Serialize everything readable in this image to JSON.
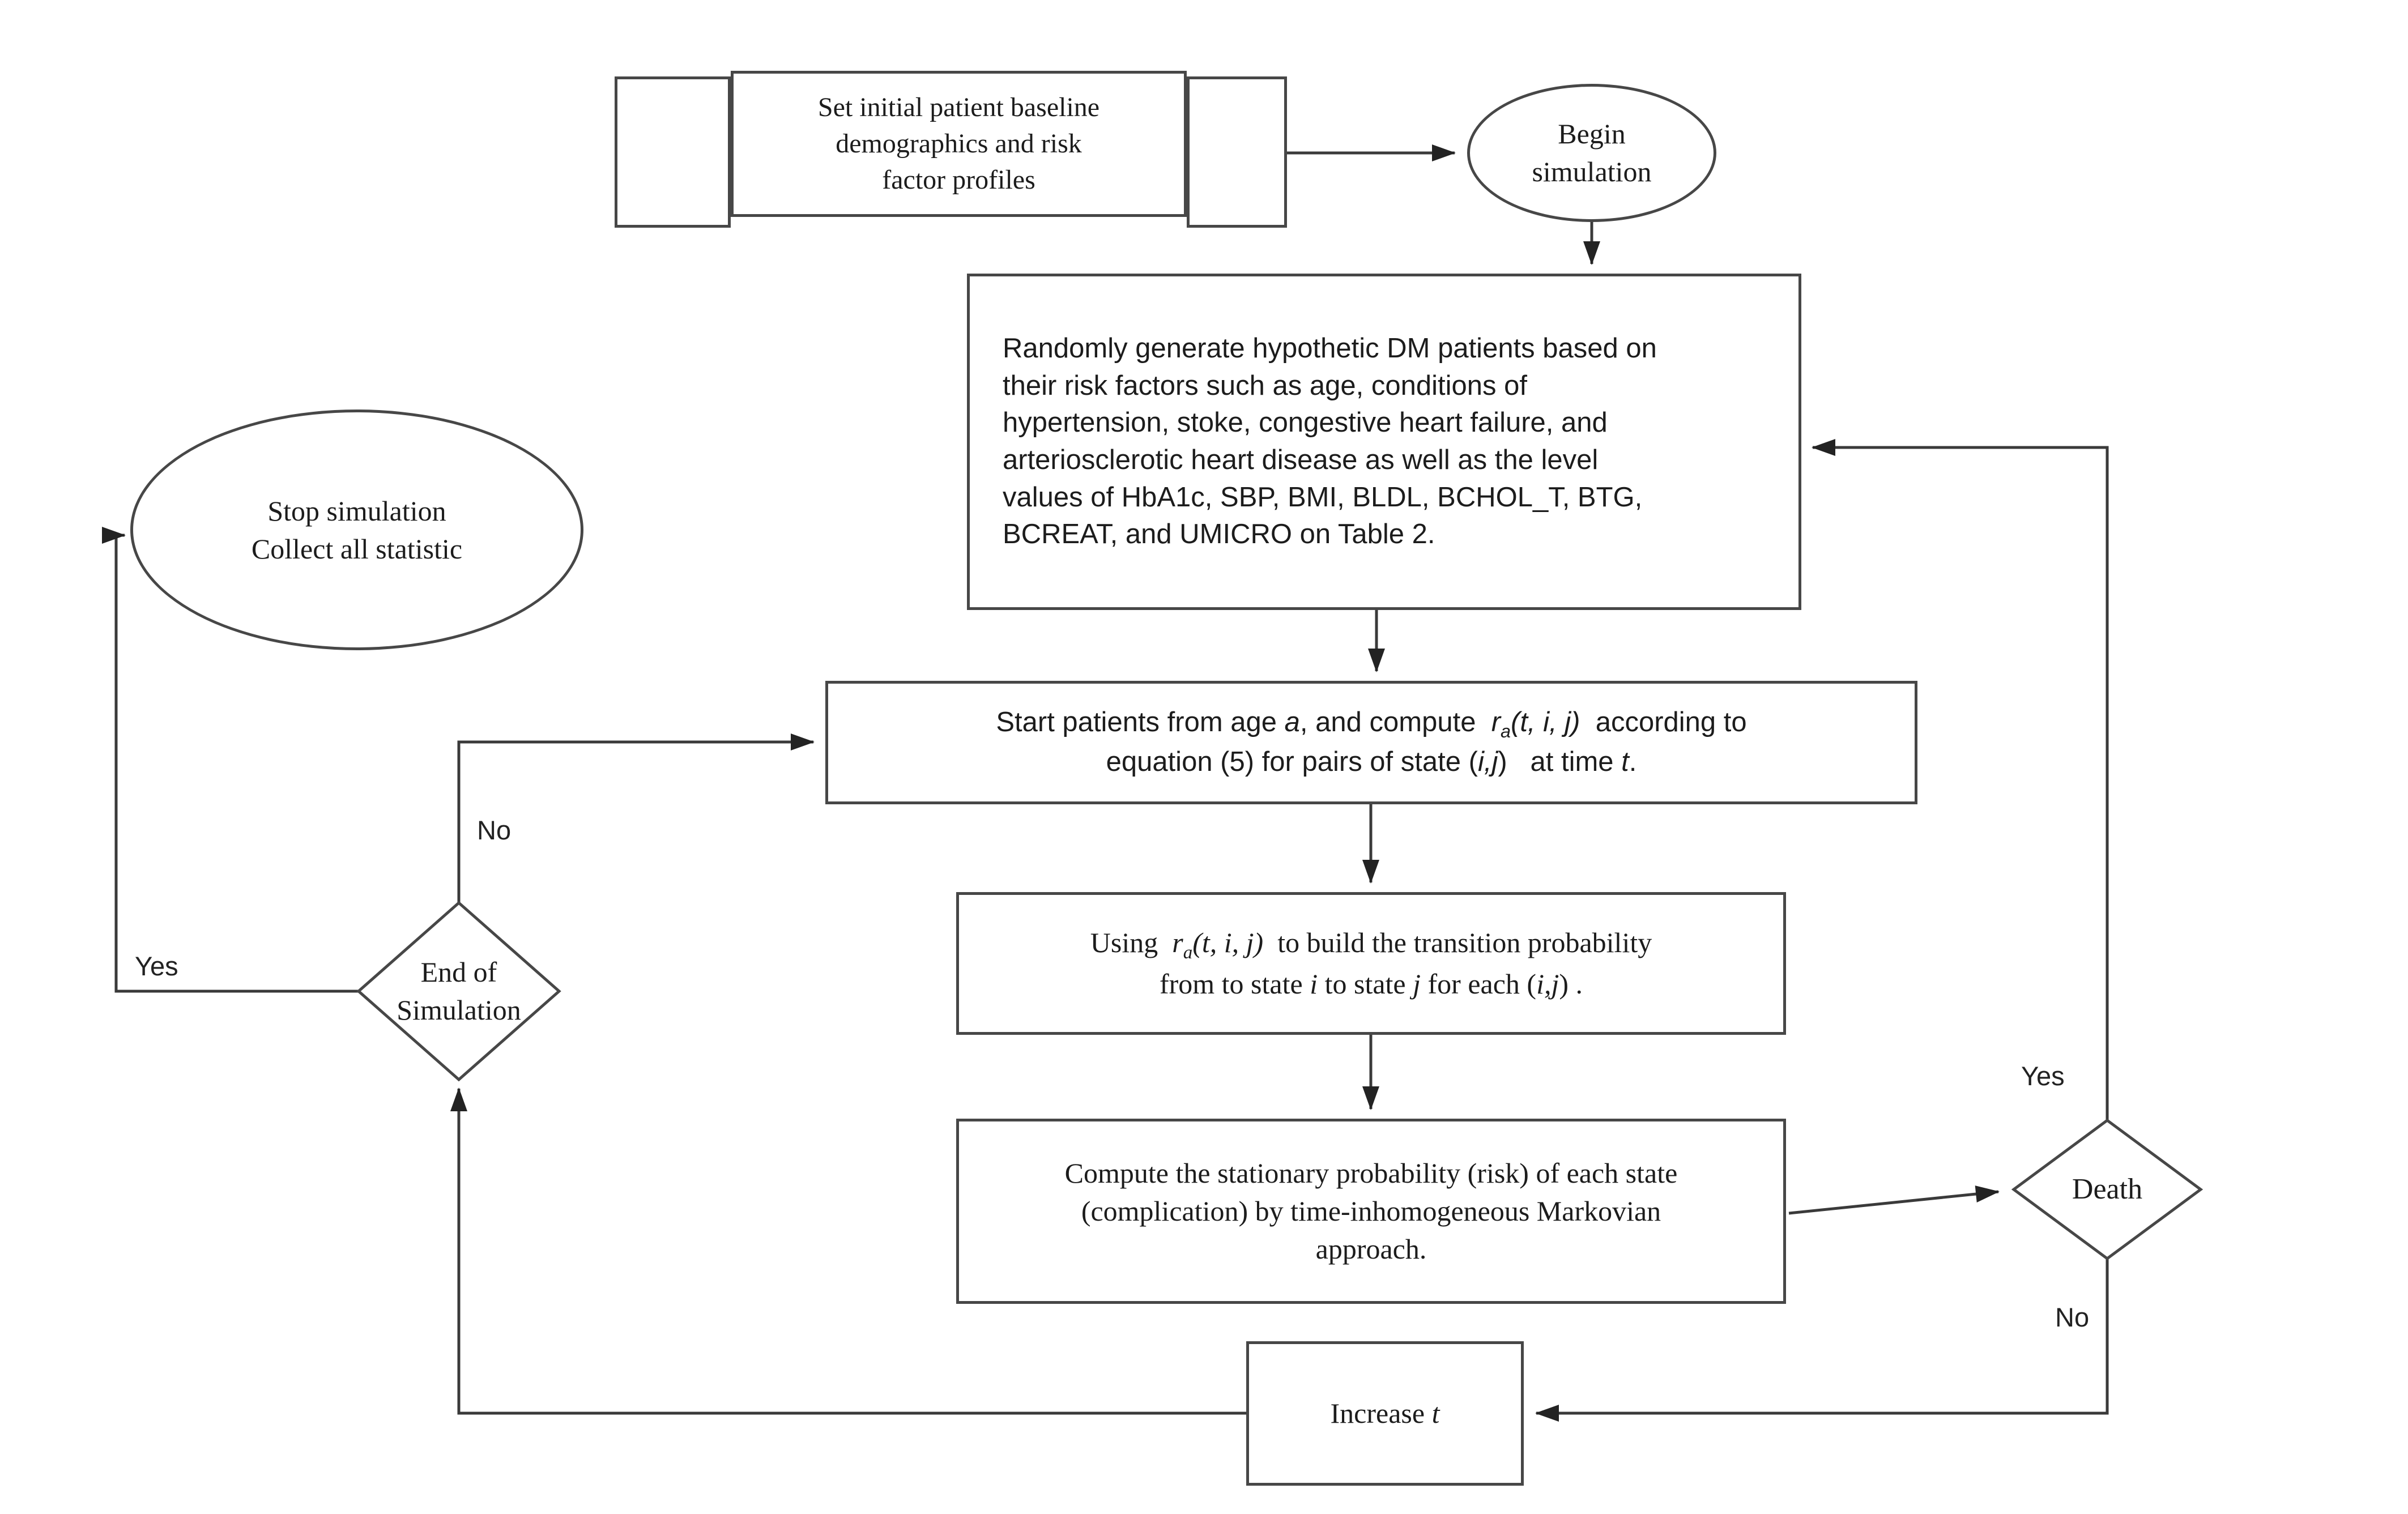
{
  "figure": {
    "type": "flowchart",
    "background_color": "#ffffff",
    "line_color": "#3a3a3a",
    "border_color": "#474747",
    "text_color": "#1c1c1c"
  },
  "nodes": {
    "set_initial": {
      "shape": "process-with-side-bars",
      "lines": [
        [
          {
            "t": "Set initial patient baseline"
          }
        ],
        [
          {
            "t": "demographics and risk"
          }
        ],
        [
          {
            "t": "factor profiles"
          }
        ]
      ]
    },
    "begin": {
      "shape": "ellipse",
      "lines": [
        [
          {
            "t": "Begin"
          }
        ],
        [
          {
            "t": "simulation"
          }
        ]
      ]
    },
    "generate": {
      "shape": "rectangle",
      "lines": [
        [
          {
            "t": "Randomly generate hypothetic DM patients based on"
          }
        ],
        [
          {
            "t": "their risk factors such as age, conditions of"
          }
        ],
        [
          {
            "t": "hypertension, stoke, congestive heart failure, and"
          }
        ],
        [
          {
            "t": "arteriosclerotic heart disease as well as the level"
          }
        ],
        [
          {
            "t": "values of HbA1c, SBP, BMI, BLDL, BCHOL_T, BTG,"
          }
        ],
        [
          {
            "t": "BCREAT, and UMICRO on Table 2."
          }
        ]
      ]
    },
    "start_patients": {
      "shape": "rectangle",
      "lines": [
        [
          {
            "t": "Start patients from age "
          },
          {
            "t": "a",
            "s": "i"
          },
          {
            "t": ", and compute  "
          },
          {
            "t": "r",
            "s": "i"
          },
          {
            "t": "a",
            "s": "sub"
          },
          {
            "t": "(t, i, j)",
            "s": "i"
          },
          {
            "t": "  according to"
          }
        ],
        [
          {
            "t": "equation (5) for pairs of state ("
          },
          {
            "t": "i,j",
            "s": "i"
          },
          {
            "t": ")   at time "
          },
          {
            "t": "t",
            "s": "i"
          },
          {
            "t": "."
          }
        ]
      ]
    },
    "using": {
      "shape": "rectangle",
      "lines": [
        [
          {
            "t": "Using  "
          },
          {
            "t": "r",
            "s": "i"
          },
          {
            "t": "a",
            "s": "sub"
          },
          {
            "t": "(t, i, j)",
            "s": "i"
          },
          {
            "t": "  to build the transition probability"
          }
        ],
        [
          {
            "t": "from to state "
          },
          {
            "t": "i",
            "s": "i"
          },
          {
            "t": " to state "
          },
          {
            "t": "j",
            "s": "i"
          },
          {
            "t": " for each ("
          },
          {
            "t": "i,j",
            "s": "i"
          },
          {
            "t": ") ."
          }
        ]
      ]
    },
    "compute": {
      "shape": "rectangle",
      "lines": [
        [
          {
            "t": "Compute the stationary probability (risk) of each state"
          }
        ],
        [
          {
            "t": "(complication) by time-inhomogeneous Markovian"
          }
        ],
        [
          {
            "t": "approach."
          }
        ]
      ]
    },
    "increase_t": {
      "shape": "rectangle",
      "lines": [
        [
          {
            "t": "Increase "
          },
          {
            "t": "t",
            "s": "i"
          }
        ]
      ]
    },
    "death": {
      "shape": "diamond",
      "lines": [
        [
          {
            "t": "Death"
          }
        ]
      ]
    },
    "end_of_simulation": {
      "shape": "diamond",
      "lines": [
        [
          {
            "t": "End of"
          }
        ],
        [
          {
            "t": "Simulation"
          }
        ]
      ]
    },
    "stop": {
      "shape": "ellipse",
      "lines": [
        [
          {
            "t": "Stop simulation"
          }
        ],
        [
          {
            "t": "Collect all statistic"
          }
        ]
      ]
    }
  },
  "labels": {
    "death_yes": "Yes",
    "death_no": "No",
    "end_no": "No",
    "end_yes": "Yes"
  }
}
